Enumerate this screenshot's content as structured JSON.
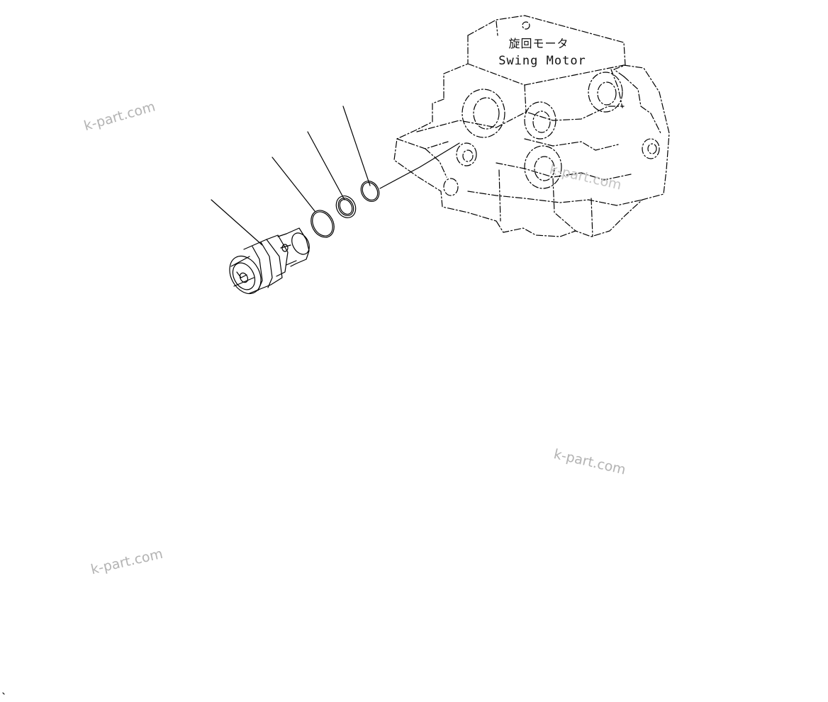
{
  "diagram": {
    "component_label_jp": "旋回モータ",
    "component_label_en": "Swing Motor",
    "watermarks": [
      "k-part.com",
      "k-part.com",
      "k-part.com",
      "k-part.com"
    ],
    "colors": {
      "line": "#000000",
      "watermark": "#b3b3b3",
      "background": "#ffffff"
    }
  }
}
